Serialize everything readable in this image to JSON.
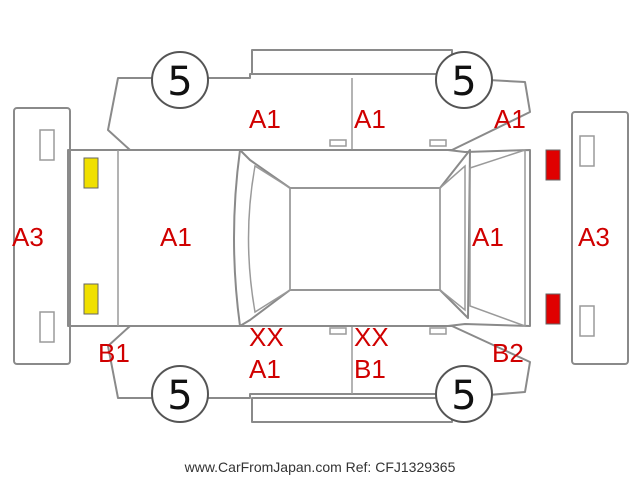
{
  "labels": {
    "door_front_left_top": "A1",
    "door_rear_left_top": "A1",
    "quarter_right_top": "A1",
    "bumper_front": "A3",
    "hood": "A1",
    "tailgate": "A1",
    "bumper_rear": "A3",
    "sill_front_left_bottom": "B1",
    "door_front_bottom_xx": "XX",
    "door_front_bottom": "A1",
    "door_rear_bottom_xx": "XX",
    "door_rear_bottom": "B1",
    "quarter_right_bottom": "B2"
  },
  "wheels": {
    "top_left": "5",
    "top_right": "5",
    "bottom_left": "5",
    "bottom_right": "5"
  },
  "lights": {
    "front_color": "#f0e000",
    "rear_color": "#e00000"
  },
  "footer": "www.CarFromJapan.com Ref: CFJ1329365"
}
